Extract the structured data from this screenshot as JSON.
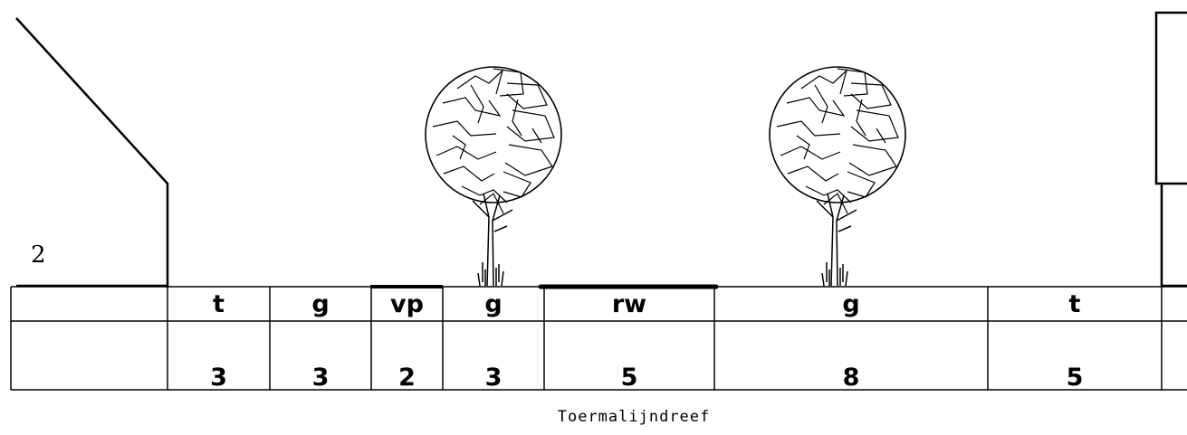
{
  "lot_number": "2",
  "street_name": "Toermalijndreef",
  "segments": [
    {
      "code": "",
      "width": ""
    },
    {
      "code": "t",
      "width": "3"
    },
    {
      "code": "g",
      "width": "3"
    },
    {
      "code": "vp",
      "width": "2"
    },
    {
      "code": "g",
      "width": "3"
    },
    {
      "code": "rw",
      "width": "5"
    },
    {
      "code": "g",
      "width": "8"
    },
    {
      "code": "t",
      "width": "5"
    },
    {
      "code": "",
      "width": ""
    }
  ]
}
